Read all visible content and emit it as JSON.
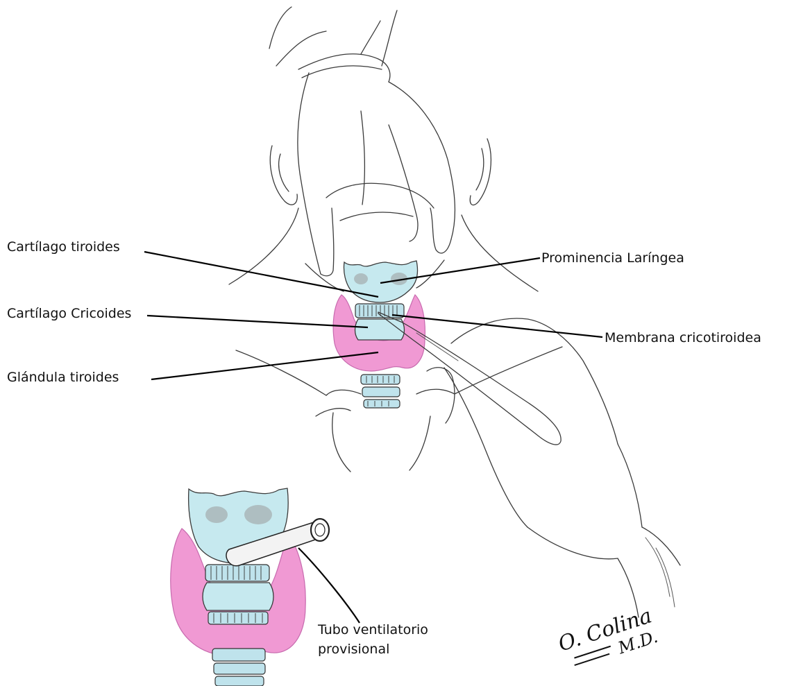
{
  "labels": {
    "thyroid_cartilage": "Cartílago tiroides",
    "laryngeal_prominence": "Prominencia Laríngea",
    "cricoid_cartilage": "Cartílago Cricoides",
    "cricothyroid_membrane": "Membrana cricotiroidea",
    "thyroid_gland": "Glándula tiroides",
    "tube_line1": "Tubo ventilatorio",
    "tube_line2": "provisional"
  },
  "signature": {
    "name": "O. Colina",
    "degree": "M.D."
  },
  "colors": {
    "cartilage": "#c6e9ef",
    "thyroid": "#ef8fcf",
    "lines": "#000000"
  }
}
